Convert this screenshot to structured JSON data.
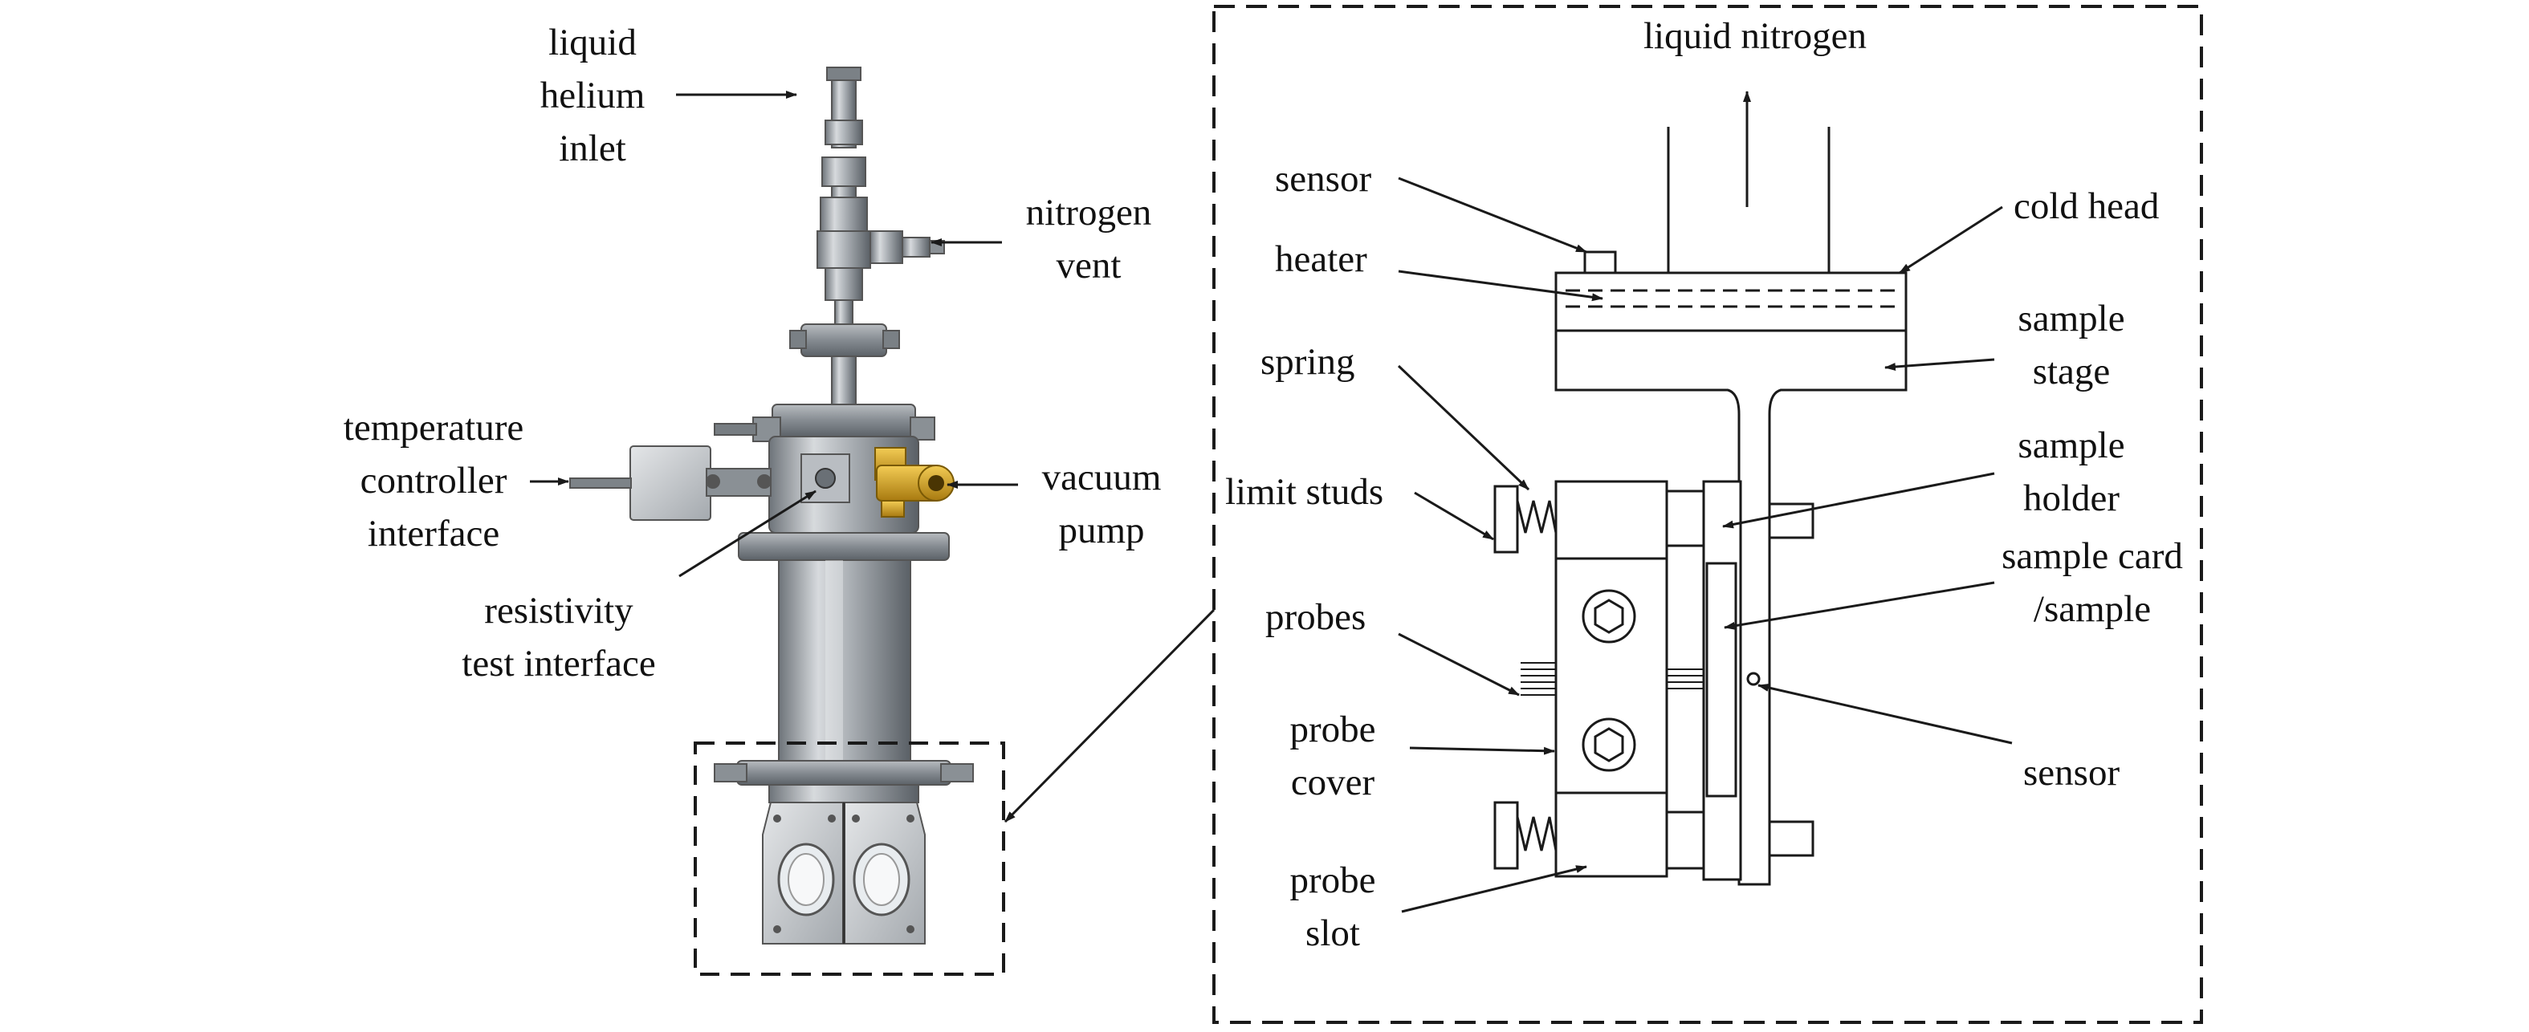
{
  "figure": {
    "labels": {
      "liquid_helium_inlet": [
        "liquid",
        "helium",
        "inlet"
      ],
      "nitrogen_vent": [
        "nitrogen",
        "vent"
      ],
      "temperature_controller_interface": [
        "temperature",
        "controller",
        "interface"
      ],
      "vacuum_pump": [
        "vacuum",
        "pump"
      ],
      "resistivity_test_interface": [
        "resistivity",
        "test interface"
      ],
      "liquid_nitrogen": "liquid nitrogen",
      "sensor_top": "sensor",
      "heater": "heater",
      "cold_head": "cold head",
      "sample_stage": [
        "sample",
        "stage"
      ],
      "spring": "spring",
      "sample_holder": [
        "sample",
        "holder"
      ],
      "limit_studs": "limit studs",
      "sample_card": [
        "sample card",
        "/sample"
      ],
      "probes": "probes",
      "probe_cover": [
        "probe",
        "cover"
      ],
      "sensor_right": "sensor",
      "probe_slot": [
        "probe",
        "slot"
      ]
    },
    "colors": {
      "ink": "#1a1a1a",
      "metal_light": "#c9ccd0",
      "metal_mid": "#9aa0a6",
      "metal_dark": "#5f656b",
      "brass": "#d9a520",
      "window_glass": "#e8ecef"
    }
  }
}
